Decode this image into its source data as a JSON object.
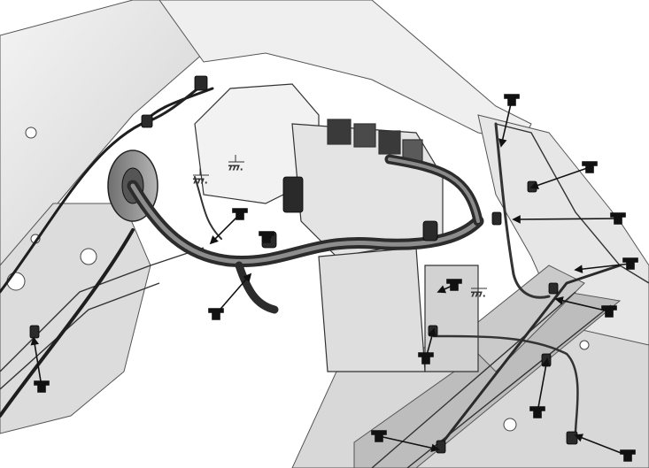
{
  "diagram": {
    "style": "grayscale engine-bay wiring harness illustration",
    "line_color": "#222222",
    "fill_light": "#ececec",
    "fill_mid": "#c9c9c9",
    "fill_dark": "#9a9a9a",
    "marker_color": "#111111",
    "ground_symbol_labels": [
      "777.",
      "777.",
      "777."
    ],
    "callout_marker_icon": "connector-clip-icon",
    "callout_count": 14
  }
}
